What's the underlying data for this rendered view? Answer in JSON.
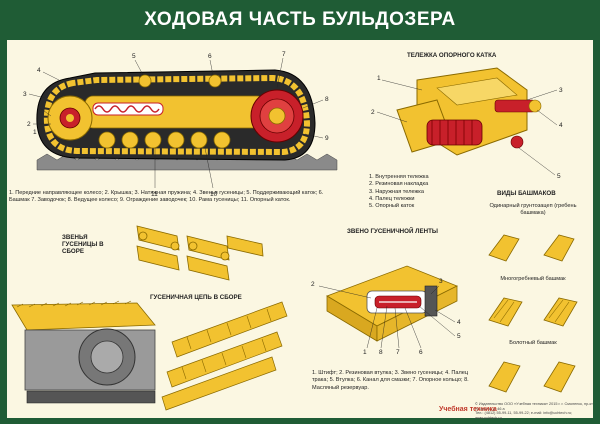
{
  "header": {
    "title": "ХОДОВАЯ ЧАСТЬ БУЛЬДОЗЕРА"
  },
  "main_diagram": {
    "callouts": [
      "1",
      "2",
      "3",
      "4",
      "5",
      "6",
      "7",
      "8",
      "9",
      "10",
      "11"
    ],
    "legend": "1. Передние направляющее колесо; 2. Крышка; 3. Натяжная пружина; 4. Звенья гусеницы; 5. Поддерживающий каток; 6. Башмак 7. Заводочок; 8. Ведущее колесо; 9. Ограждение заводочек; 10. Рама гусеницы; 11. Опорный каток."
  },
  "roller_cart": {
    "caption": "ТЕЛЕЖКА ОПОРНОГО КАТКА",
    "callouts": [
      "1",
      "2",
      "3",
      "4",
      "5"
    ],
    "legend": [
      "1. Внутренняя тележка",
      "2. Резиновая накладка",
      "3. Наружная тележка",
      "4. Палец тележки",
      "5. Опорный каток"
    ]
  },
  "shoe_types": {
    "caption": "ВИДЫ БАШМАКОВ",
    "single": "Одинарный грунтозацеп (гребень башмака)",
    "multi": "Многогребневый башмак",
    "flat": "Болотный башмак"
  },
  "track_links_assembled": {
    "caption": "ЗВЕНЬЯ ГУСЕНИЦЫ В СБОРЕ"
  },
  "track_chain_assembled": {
    "caption": "ГУСЕНИЧНАЯ ЦЕПЬ В СБОРЕ"
  },
  "track_link": {
    "caption": "ЗВЕНО ГУСЕНИЧНОЙ ЛЕНТЫ",
    "callouts": [
      "1",
      "2",
      "3",
      "4",
      "5",
      "6",
      "7",
      "8"
    ],
    "legend": "1. Штифт; 2. Резиновая втулка; 3. Звено гусеницы; 4. Палец трака; 5. Втулка; 6. Канал для смазки; 7. Опорное кольцо; 8. Масляный резервуар."
  },
  "footer": {
    "text1": "© Издательство ООО «Учебная техника» 2015 г. г. Смоленск, пр-кт Гагарина, д. 46 а",
    "text2": "Тел.: (4812) 55-99-11, 55-99-22; e-mail: info@uchtech.ru; www.uchtech.ru",
    "brand": "Учебная техника"
  },
  "colors": {
    "frame": "#1f5c35",
    "panel": "#fbf7e2",
    "yellow": "#f2c230",
    "red": "#c8202a",
    "grey": "#555555"
  }
}
